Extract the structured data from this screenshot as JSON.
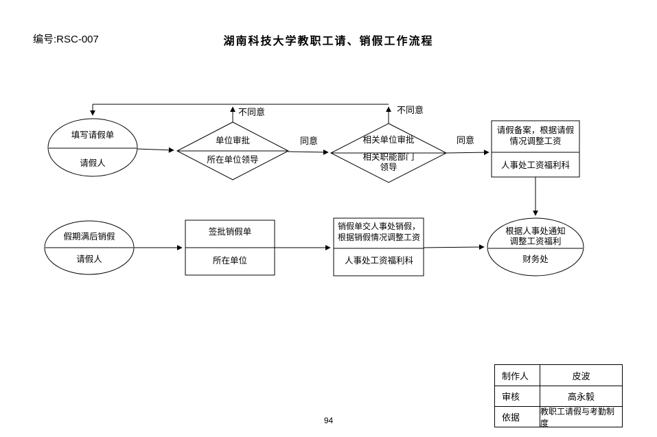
{
  "header": {
    "doc_number": "编号:RSC-007",
    "title": "湖南科技大学教职工请、销假工作流程"
  },
  "flow": {
    "ellipse_fill_form": {
      "top": "填写请假单",
      "bottom": "请假人"
    },
    "diamond_unit_approval": {
      "top": "单位审批",
      "bottom": "所在单位领导"
    },
    "diamond_related_approval": {
      "top": "相关单位审批",
      "bottom": "相关职能部门\n领导"
    },
    "box_record": {
      "top": "请假备案，根据请假\n情况调整工资",
      "bottom": "人事处工资福利科"
    },
    "ellipse_cancel": {
      "top": "假期满后销假",
      "bottom": "请假人"
    },
    "box_sign": {
      "top": "签批销假单",
      "bottom": "所在单位"
    },
    "box_submit": {
      "top": "销假单交人事处销假，\n根据销假情况调整工资",
      "bottom": "人事处工资福利科"
    },
    "ellipse_finance": {
      "top": "根据人事处通知\n调整工资福利",
      "bottom": "财务处"
    },
    "labels": {
      "disagree1": "不同意",
      "disagree2": "不同意",
      "agree1": "同意",
      "agree2": "同意"
    }
  },
  "footer_table": {
    "rows": [
      {
        "label": "制作人",
        "value": "皮波"
      },
      {
        "label": "审核",
        "value": "高永毅"
      },
      {
        "label": "依据",
        "value": "教职工请假与考勤制度"
      }
    ]
  },
  "page_number": "94"
}
